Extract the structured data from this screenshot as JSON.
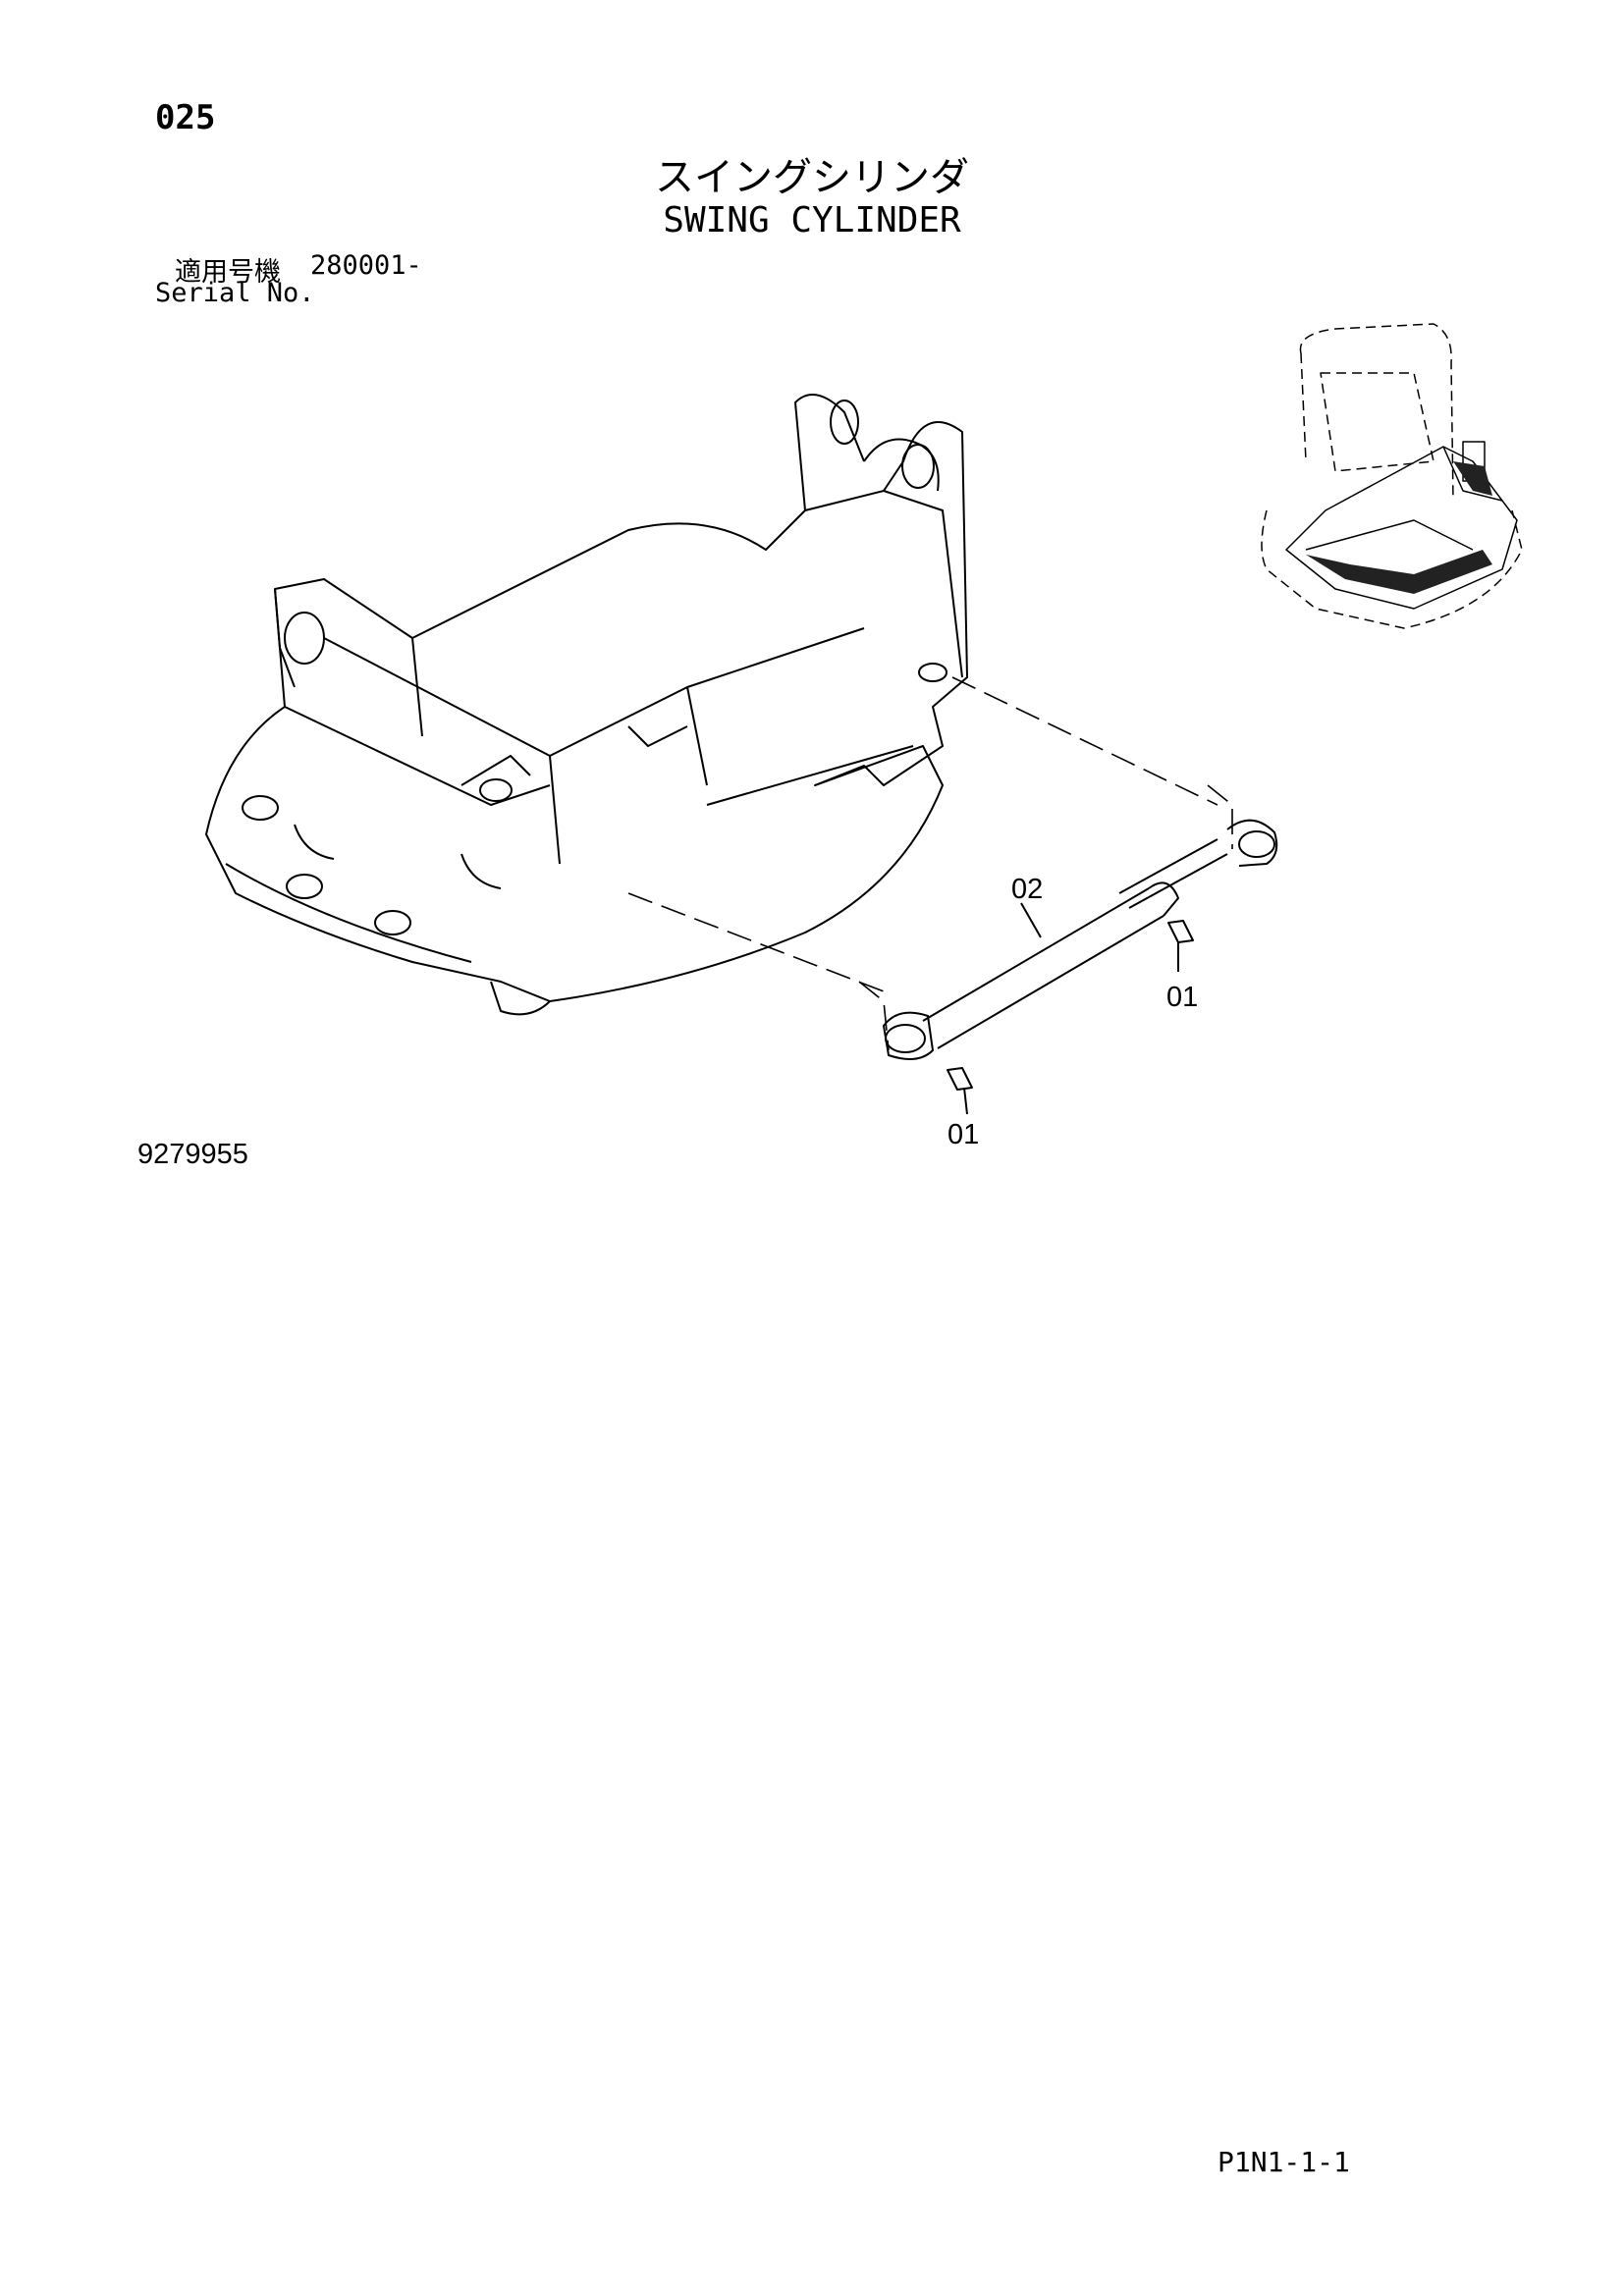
{
  "header": {
    "page_number": "025",
    "title_ja": "スイングシリンダ",
    "title_en": "SWING CYLINDER",
    "serial_label_ja": "適用号機",
    "serial_value": "280001-",
    "serial_label_en": "Serial No."
  },
  "callouts": {
    "cylinder": "02",
    "fitting_upper": "01",
    "fitting_lower": "01"
  },
  "footer": {
    "drawing_id": "9279955",
    "page_code": "P1N1-1-1"
  }
}
